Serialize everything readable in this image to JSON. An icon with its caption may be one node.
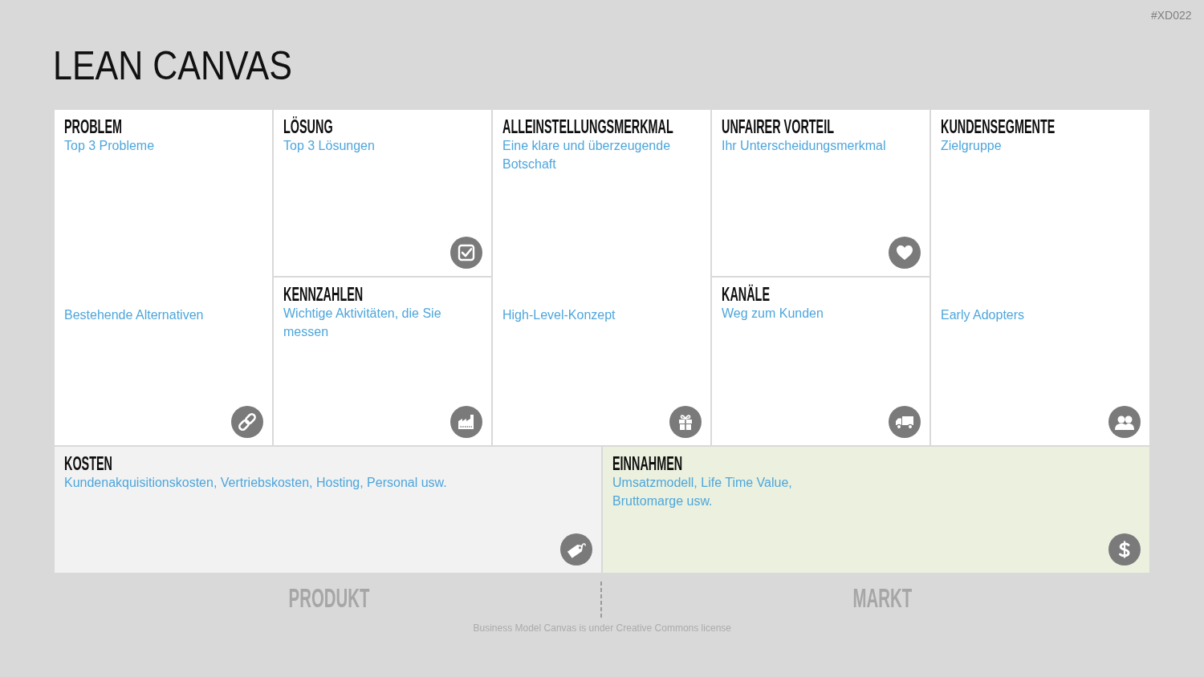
{
  "diagram": {
    "title": "LEAN CANVAS",
    "nodes": [
      {
        "text": [
          "PROBLEM",
          "Top 3 Probleme",
          "Bestehende Alternativen"
        ]
      },
      {
        "text": [
          "LÖSUNG",
          "Top 3 Lösungen"
        ]
      },
      {
        "text": [
          "ALLEINSTELLUNGSMERKMAL",
          "Eine klare und überzeugende Botschaft",
          "High-Level-Konzept"
        ]
      },
      {
        "text": [
          "UNFAIRER VORTEIL",
          "Ihr Unterscheidungsmerkmal"
        ]
      },
      {
        "text": [
          "KUNDENSEGMENTE",
          "Zielgruppe",
          "Early Adopters"
        ]
      },
      {
        "text": [
          "KENNZAHLEN",
          "Wichtige Aktivitäten, die Sie messen"
        ]
      },
      {
        "text": [
          "KANÄLE",
          "Weg zum Kunden"
        ]
      },
      {
        "text": [
          "KOSTEN",
          "Kundenakquisitionskosten, Vertriebskosten, Hosting, Personal usw."
        ]
      },
      {
        "text": [
          "EINNAHMEN",
          "Umsatzmodell, Life Time Value, Bruttomarge usw."
        ]
      }
    ],
    "labels": [
      "#XD022",
      "PRODUKT",
      "MARKT",
      "Business Model Canvas is under Creative Commons license"
    ]
  }
}
